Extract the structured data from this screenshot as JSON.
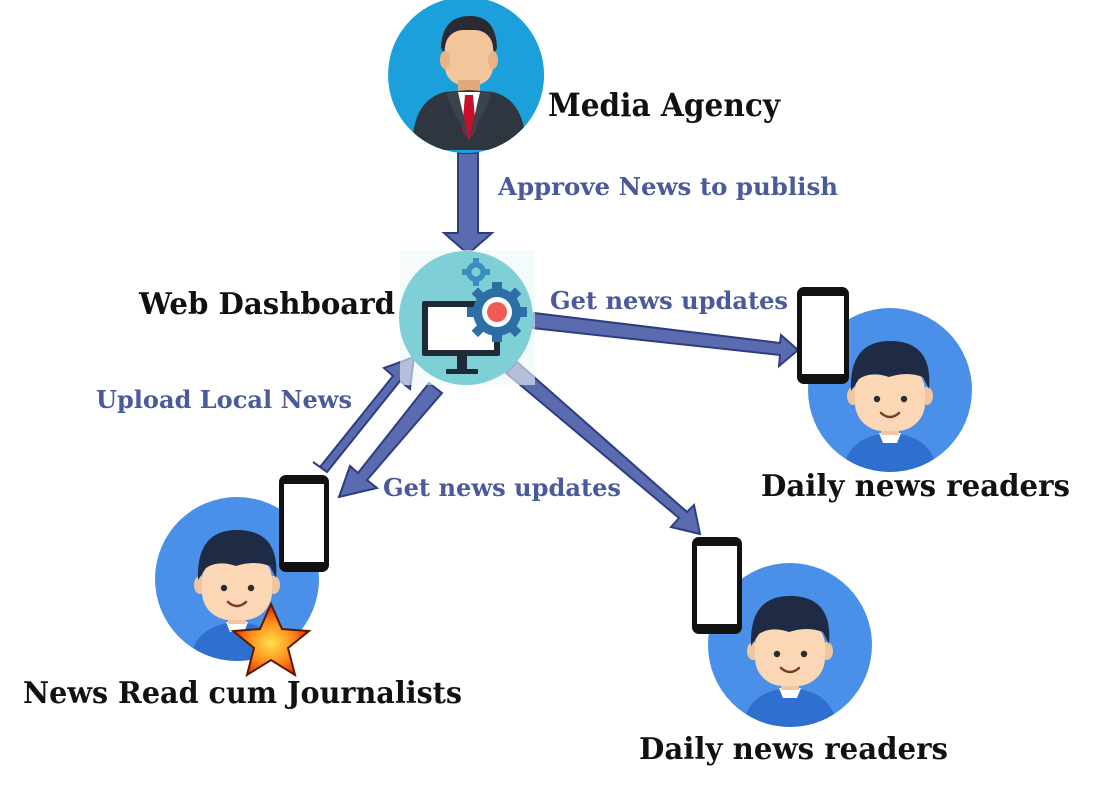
{
  "nodes": {
    "media_agency": {
      "label": "Media Agency"
    },
    "web_dashboard": {
      "label": "Web Dashboard"
    },
    "journalists": {
      "label": "News Read cum Journalists"
    },
    "reader_right": {
      "label": "Daily news readers"
    },
    "reader_bottom": {
      "label": "Daily news readers"
    }
  },
  "edges": {
    "approve": {
      "label": "Approve News to publish"
    },
    "upload": {
      "label": "Upload Local News"
    },
    "updates_journalist": {
      "label": "Get news updates"
    },
    "updates_right": {
      "label": "Get news updates"
    }
  },
  "colors": {
    "arrow_fill": "#5a6bb0",
    "arrow_stroke": "#2f3d80",
    "person_bg": "#4a90e8",
    "agency_bg": "#23a6df",
    "dashboard_bg": "#7fcfd6",
    "edge_text": "#4a5a9a"
  },
  "icons": [
    "businessman-icon",
    "monitor-icon",
    "gear-icon",
    "person-icon",
    "smartphone-icon",
    "star-icon"
  ]
}
